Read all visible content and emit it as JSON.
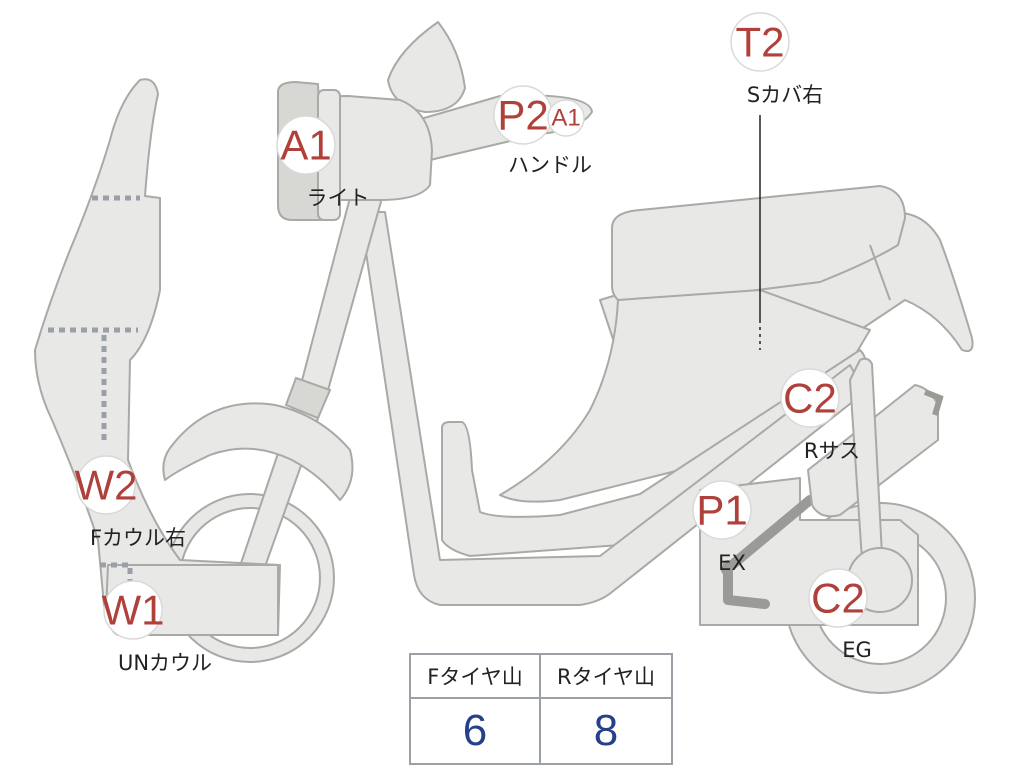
{
  "markers": [
    {
      "id": "a1-light",
      "grade": "A1",
      "label": "ライト"
    },
    {
      "id": "p2-handle",
      "grade": "P2",
      "extra_grade": "A1",
      "label": "ハンドル"
    },
    {
      "id": "t2-side-cover-right",
      "grade": "T2",
      "label": "Sカバ右"
    },
    {
      "id": "c2-rear-suspension",
      "grade": "C2",
      "label": "Rサス"
    },
    {
      "id": "w2-front-cowl-right",
      "grade": "W2",
      "label": "Fカウル右"
    },
    {
      "id": "p1-exhaust",
      "grade": "P1",
      "label": "EX"
    },
    {
      "id": "w1-under-cowl",
      "grade": "W1",
      "label": "UNカウル"
    },
    {
      "id": "c2-engine",
      "grade": "C2",
      "label": "EG"
    }
  ],
  "tire_table": {
    "front_header": "Fタイヤ山",
    "rear_header": "Rタイヤ山",
    "front_value": "6",
    "rear_value": "8"
  },
  "colors": {
    "grade_text": "#b0403a",
    "tire_value": "#27408b",
    "body_fill": "#e8e8e6",
    "outline": "#a9a9a6",
    "dotted_line": "#9a9fa8"
  }
}
